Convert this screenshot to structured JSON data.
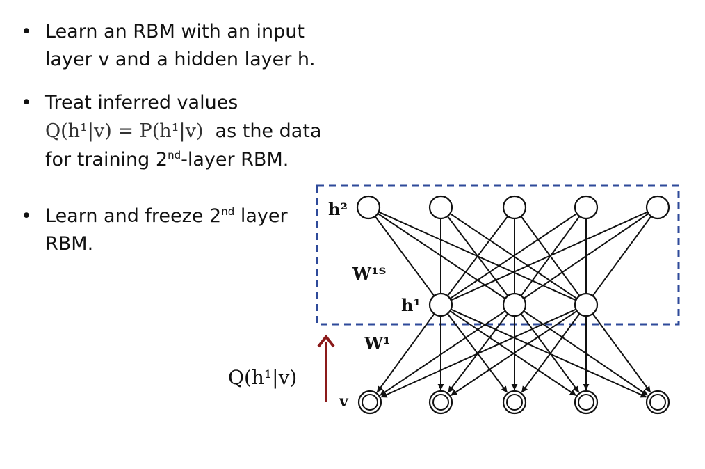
{
  "bullets": [
    {
      "line1": "Learn an RBM with an input",
      "line2": "layer v and a hidden layer h."
    },
    {
      "line1": "Treat inferred values",
      "line2_suffix": "as the data",
      "line3_pre": "for training 2",
      "line3_sup": "nd",
      "line3_post": "-layer RBM."
    },
    {
      "line1_pre": "Learn and freeze 2",
      "line1_sup": "nd",
      "line1_post": " layer",
      "line2": "RBM."
    }
  ],
  "bullet_symbol": "•",
  "math": {
    "q_expr": "Q(h¹|v) = P(h¹|v)",
    "q_side": "Q(h¹|v)"
  },
  "diagram": {
    "labels": {
      "h2": "h²",
      "h1": "h¹",
      "w1t": "W¹ᵀ",
      "w1": "W¹",
      "v": "v"
    },
    "box_color": "#2e4a9a",
    "arrow_color": "#8b1a1a"
  }
}
